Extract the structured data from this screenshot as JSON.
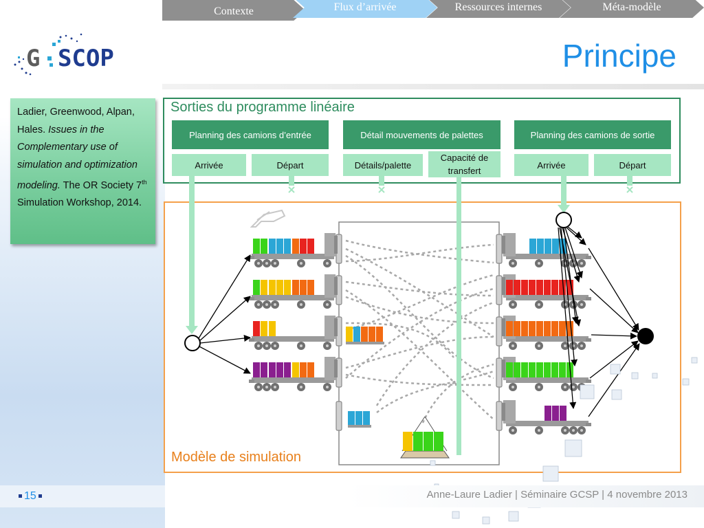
{
  "nav": {
    "steps": [
      {
        "label": "Contexte",
        "active": false
      },
      {
        "label": "Flux d’arrivée",
        "active": true
      },
      {
        "label": "Ressources internes",
        "active": false
      },
      {
        "label": "Méta-modèle",
        "active": false
      }
    ],
    "colors": {
      "inactive": "#8f8f8f",
      "active": "#9fd2f5"
    }
  },
  "logo": {
    "text": "G-SCOP"
  },
  "page": {
    "title": "Principe"
  },
  "reference": {
    "authors": "Ladier, Greenwood, Alpan, Hales.",
    "title": "Issues in the Complementary use of simulation and optimization modeling.",
    "venue_prefix": "The OR Society 7",
    "venue_sup": "th",
    "venue_suffix": "Simulation Workshop, 2014."
  },
  "lp_outputs": {
    "title": "Sorties du programme linéaire",
    "groups": [
      {
        "label": "Planning des camions d’entrée",
        "subs": [
          "Arrivée",
          "Départ"
        ]
      },
      {
        "label": "Détail mouvements de palettes",
        "subs": [
          "Détails/palette",
          "Capacité de transfert"
        ]
      },
      {
        "label": "Planning des camions de sortie",
        "subs": [
          "Arrivée",
          "Départ"
        ]
      }
    ]
  },
  "simulation": {
    "title": "Modèle de simulation"
  },
  "footer": {
    "page_number": "15",
    "text": "Anne-Laure Ladier | Séminaire GCSP | 4 novembre 2013"
  },
  "palette": {
    "green": "#3ad41a",
    "yellow": "#f5c400",
    "blue": "#2ba6d6",
    "orange": "#f26a12",
    "red": "#e8231f",
    "purple": "#8a1f8f",
    "lp_green": "#3a9a6a",
    "light_green": "#a6e6c2",
    "sim_orange": "#f4a04a",
    "accent_blue": "#1f8fe6"
  },
  "icons": [
    "truck-icon",
    "pallet-icon",
    "scale-icon",
    "platform-logo-icon",
    "node-icon",
    "blocked-cross-icon"
  ]
}
